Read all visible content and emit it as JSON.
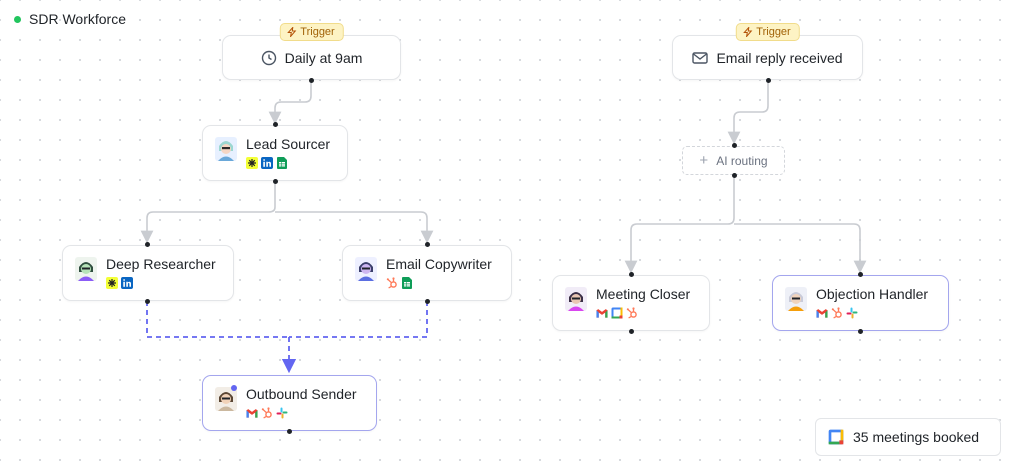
{
  "workspace": {
    "title": "SDR Workforce",
    "status_color": "#22c55e"
  },
  "triggers": [
    {
      "badge": "Trigger",
      "label": "Daily at 9am",
      "icon": "clock-icon"
    },
    {
      "badge": "Trigger",
      "label": "Email reply received",
      "icon": "mail-icon"
    }
  ],
  "routing": {
    "label": "AI routing",
    "icon": "plus-icon"
  },
  "agents": [
    {
      "name": "Lead Sourcer",
      "tools": [
        "sparkle-icon",
        "linkedin-icon",
        "google-sheets-icon"
      ]
    },
    {
      "name": "Deep Researcher",
      "tools": [
        "sparkle-icon",
        "linkedin-icon"
      ]
    },
    {
      "name": "Email Copywriter",
      "tools": [
        "hubspot-icon",
        "google-sheets-icon"
      ]
    },
    {
      "name": "Outbound Sender",
      "tools": [
        "gmail-icon",
        "hubspot-icon",
        "slack-icon"
      ]
    },
    {
      "name": "Meeting Closer",
      "tools": [
        "gmail-icon",
        "google-calendar-icon",
        "hubspot-icon"
      ]
    },
    {
      "name": "Objection Handler",
      "tools": [
        "gmail-icon",
        "hubspot-icon",
        "slack-icon"
      ]
    }
  ],
  "stats": {
    "meetings_label": "35 meetings booked",
    "icon": "google-calendar-icon"
  },
  "colors": {
    "accent": "#6366f1",
    "trigger_bg": "#fdf3c4",
    "trigger_text": "#a16207",
    "edge": "#c9ccd1"
  }
}
